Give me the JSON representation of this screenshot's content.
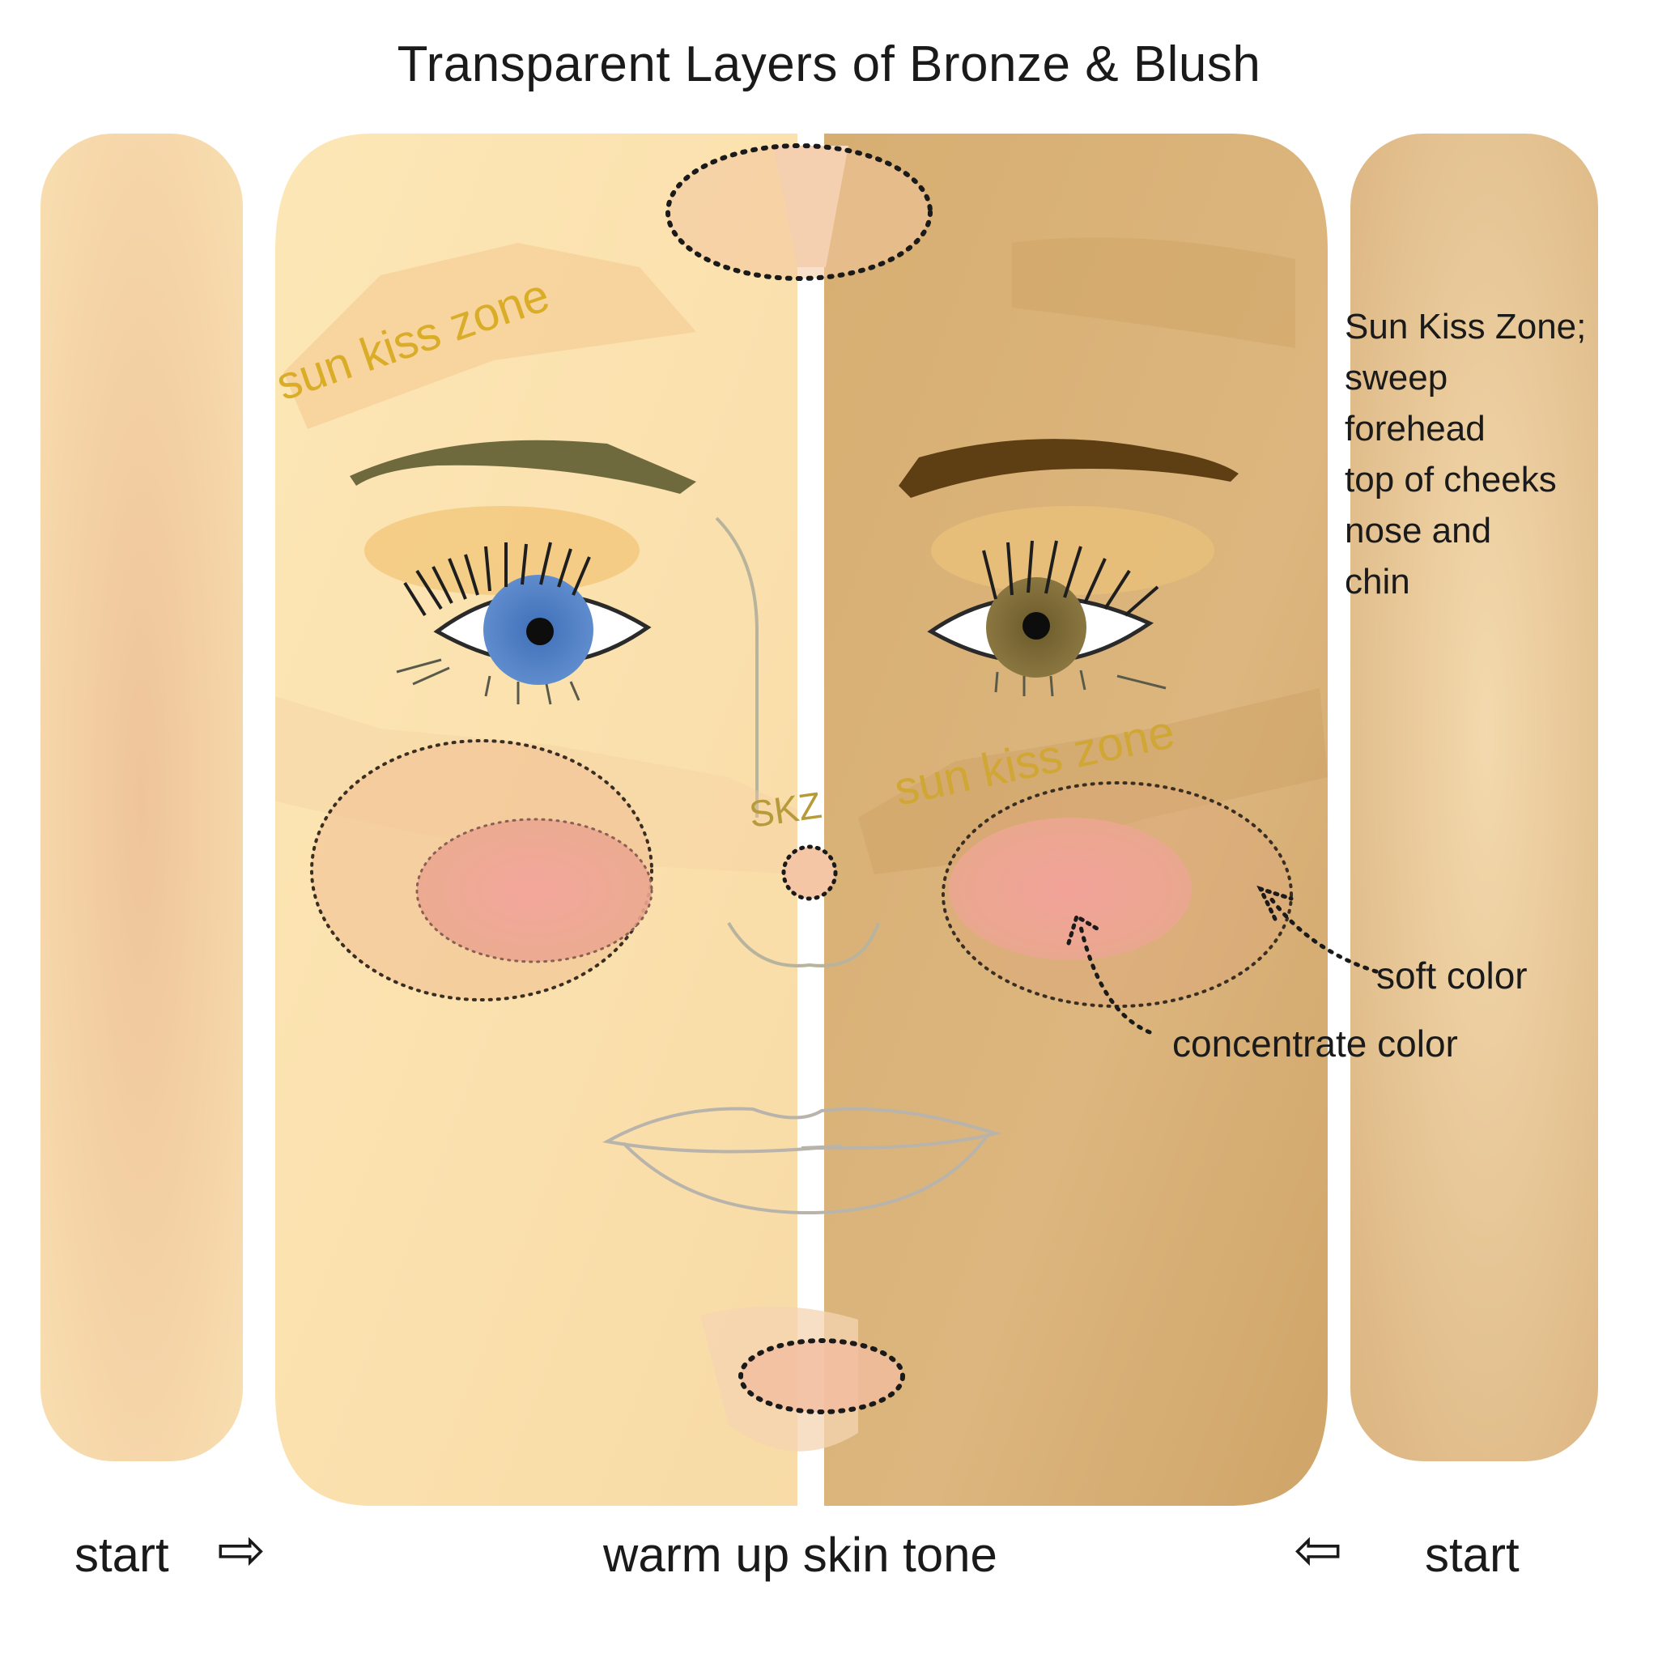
{
  "title": "Transparent Layers of Bronze & Blush",
  "zone_labels": {
    "forehead": "sun kiss zone",
    "cheek": "sun kiss zone",
    "nose": "SKZ"
  },
  "side_note": [
    "Sun Kiss Zone;",
    "sweep",
    "forehead",
    "top of cheeks",
    "nose and",
    "chin"
  ],
  "callouts": {
    "soft_color": "soft color",
    "concentrate_color": "concentrate color"
  },
  "bottom": {
    "left_start": "start",
    "center": "warm up skin tone",
    "right_start": "start"
  },
  "icons": {
    "left_arrow": "arrow-right-icon",
    "right_arrow": "arrow-left-icon"
  },
  "colors": {
    "pale_panel": "#fbe3b0",
    "bronze_panel": "#d6ad6e",
    "strip_left": "#f6d9ab",
    "strip_right": "#e3c08f",
    "blush": "#f2a39a",
    "zone_text": "#d9ad28",
    "left_iris": "#4f7fc4",
    "right_iris": "#7d6a33"
  }
}
